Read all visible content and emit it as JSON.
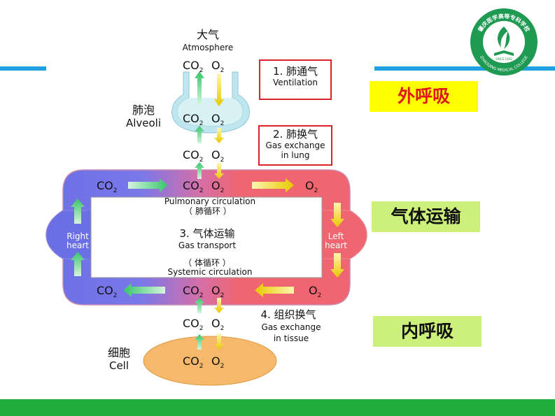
{
  "logo": {
    "text_top": "肇庆医学高等专科学校",
    "text_bottom": "ZHAOQING MEDICAL COLLEGE",
    "since": "SINCE 1958"
  },
  "atmosphere": {
    "cn": "大气",
    "en": "Atmosphere"
  },
  "alveoli": {
    "cn": "肺泡",
    "en": "Alveoli"
  },
  "cell": {
    "cn": "细胞",
    "en": "Cell"
  },
  "gas": {
    "co2": "CO",
    "o2": "O",
    "sub2": "2"
  },
  "steps": {
    "ventilation": {
      "cn": "1. 肺通气",
      "en": "Ventilation"
    },
    "exchange_lung": {
      "cn": "2. 肺换气",
      "en1": "Gas exchange",
      "en2": "in lung"
    },
    "transport": {
      "cn": "3. 气体运输",
      "en": "Gas transport"
    },
    "exchange_tissue": {
      "cn": "4. 组织换气",
      "en1": "Gas exchange",
      "en2": "in tissue"
    }
  },
  "circulation": {
    "pulmonary_en": "Pulmonary circulation",
    "pulmonary_cn": "（ 肺循环 ）",
    "systemic_cn": "（ 体循环 ）",
    "systemic_en": "Systemic circulation"
  },
  "heart": {
    "right_1": "Right",
    "right_2": "heart",
    "left_1": "Left",
    "left_2": "heart"
  },
  "labels": {
    "outer": "外呼吸",
    "transport": "气体运输",
    "inner": "内呼吸"
  },
  "colors": {
    "accent_blue": "#1fa0e0",
    "accent_green": "#1fae3a",
    "loop_blue": "#6b6fe6",
    "loop_red": "#ef6670",
    "arrow_green": "#5fd88a",
    "arrow_yellow": "#f2dc1a",
    "alveoli_fill": "#bfe6ee",
    "cell_fill": "#f6b86a"
  }
}
